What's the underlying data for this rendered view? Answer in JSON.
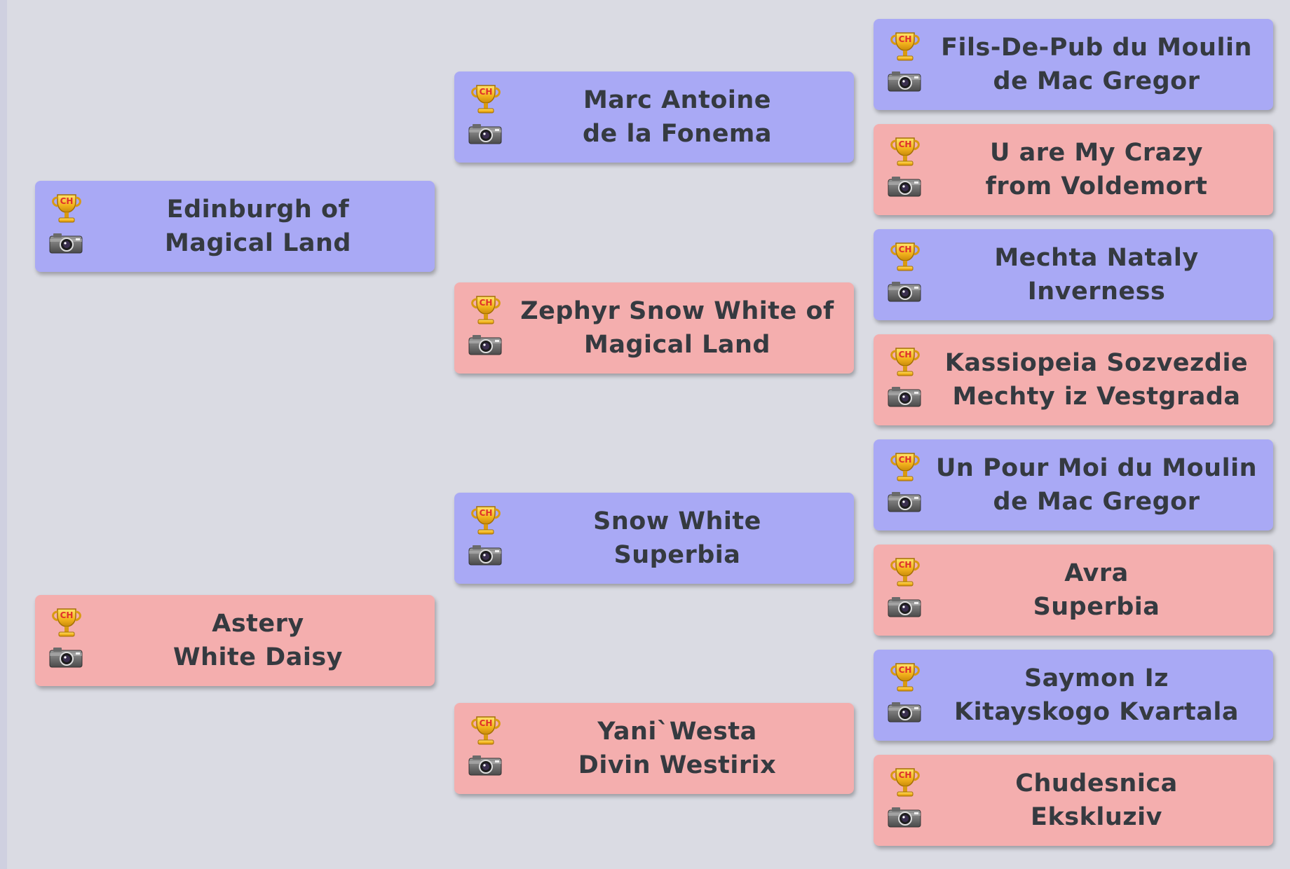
{
  "pedigree": {
    "icons": {
      "trophy": "trophy-ch-icon",
      "camera": "camera-icon"
    },
    "colors": {
      "male": "#a9a9f5",
      "female": "#f4aeae",
      "background": "#dadbe3"
    },
    "generation1": [
      {
        "sex": "male",
        "line1": "Edinburgh of",
        "line2": "Magical Land"
      },
      {
        "sex": "female",
        "line1": "Astery",
        "line2": "White Daisy"
      }
    ],
    "generation2": [
      {
        "sex": "male",
        "line1": "Marc Antoine",
        "line2": "de la Fonema"
      },
      {
        "sex": "female",
        "line1": "Zephyr Snow White of",
        "line2": "Magical Land"
      },
      {
        "sex": "male",
        "line1": "Snow White",
        "line2": "Superbia"
      },
      {
        "sex": "female",
        "line1": "Yani`Westa",
        "line2": "Divin Westirix"
      }
    ],
    "generation3": [
      {
        "sex": "male",
        "line1": "Fils-De-Pub du Moulin",
        "line2": "de Mac Gregor"
      },
      {
        "sex": "female",
        "line1": "U are My Crazy",
        "line2": "from Voldemort"
      },
      {
        "sex": "male",
        "line1": "Mechta Nataly",
        "line2": "Inverness"
      },
      {
        "sex": "female",
        "line1": "Kassiopeia Sozvezdie",
        "line2": "Mechty iz Vestgrada"
      },
      {
        "sex": "male",
        "line1": "Un Pour Moi du Moulin",
        "line2": "de Mac Gregor"
      },
      {
        "sex": "female",
        "line1": "Avra",
        "line2": "Superbia"
      },
      {
        "sex": "male",
        "line1": "Saymon Iz",
        "line2": "Kitayskogo Kvartala"
      },
      {
        "sex": "female",
        "line1": "Chudesnica",
        "line2": "Ekskluziv"
      }
    ]
  }
}
